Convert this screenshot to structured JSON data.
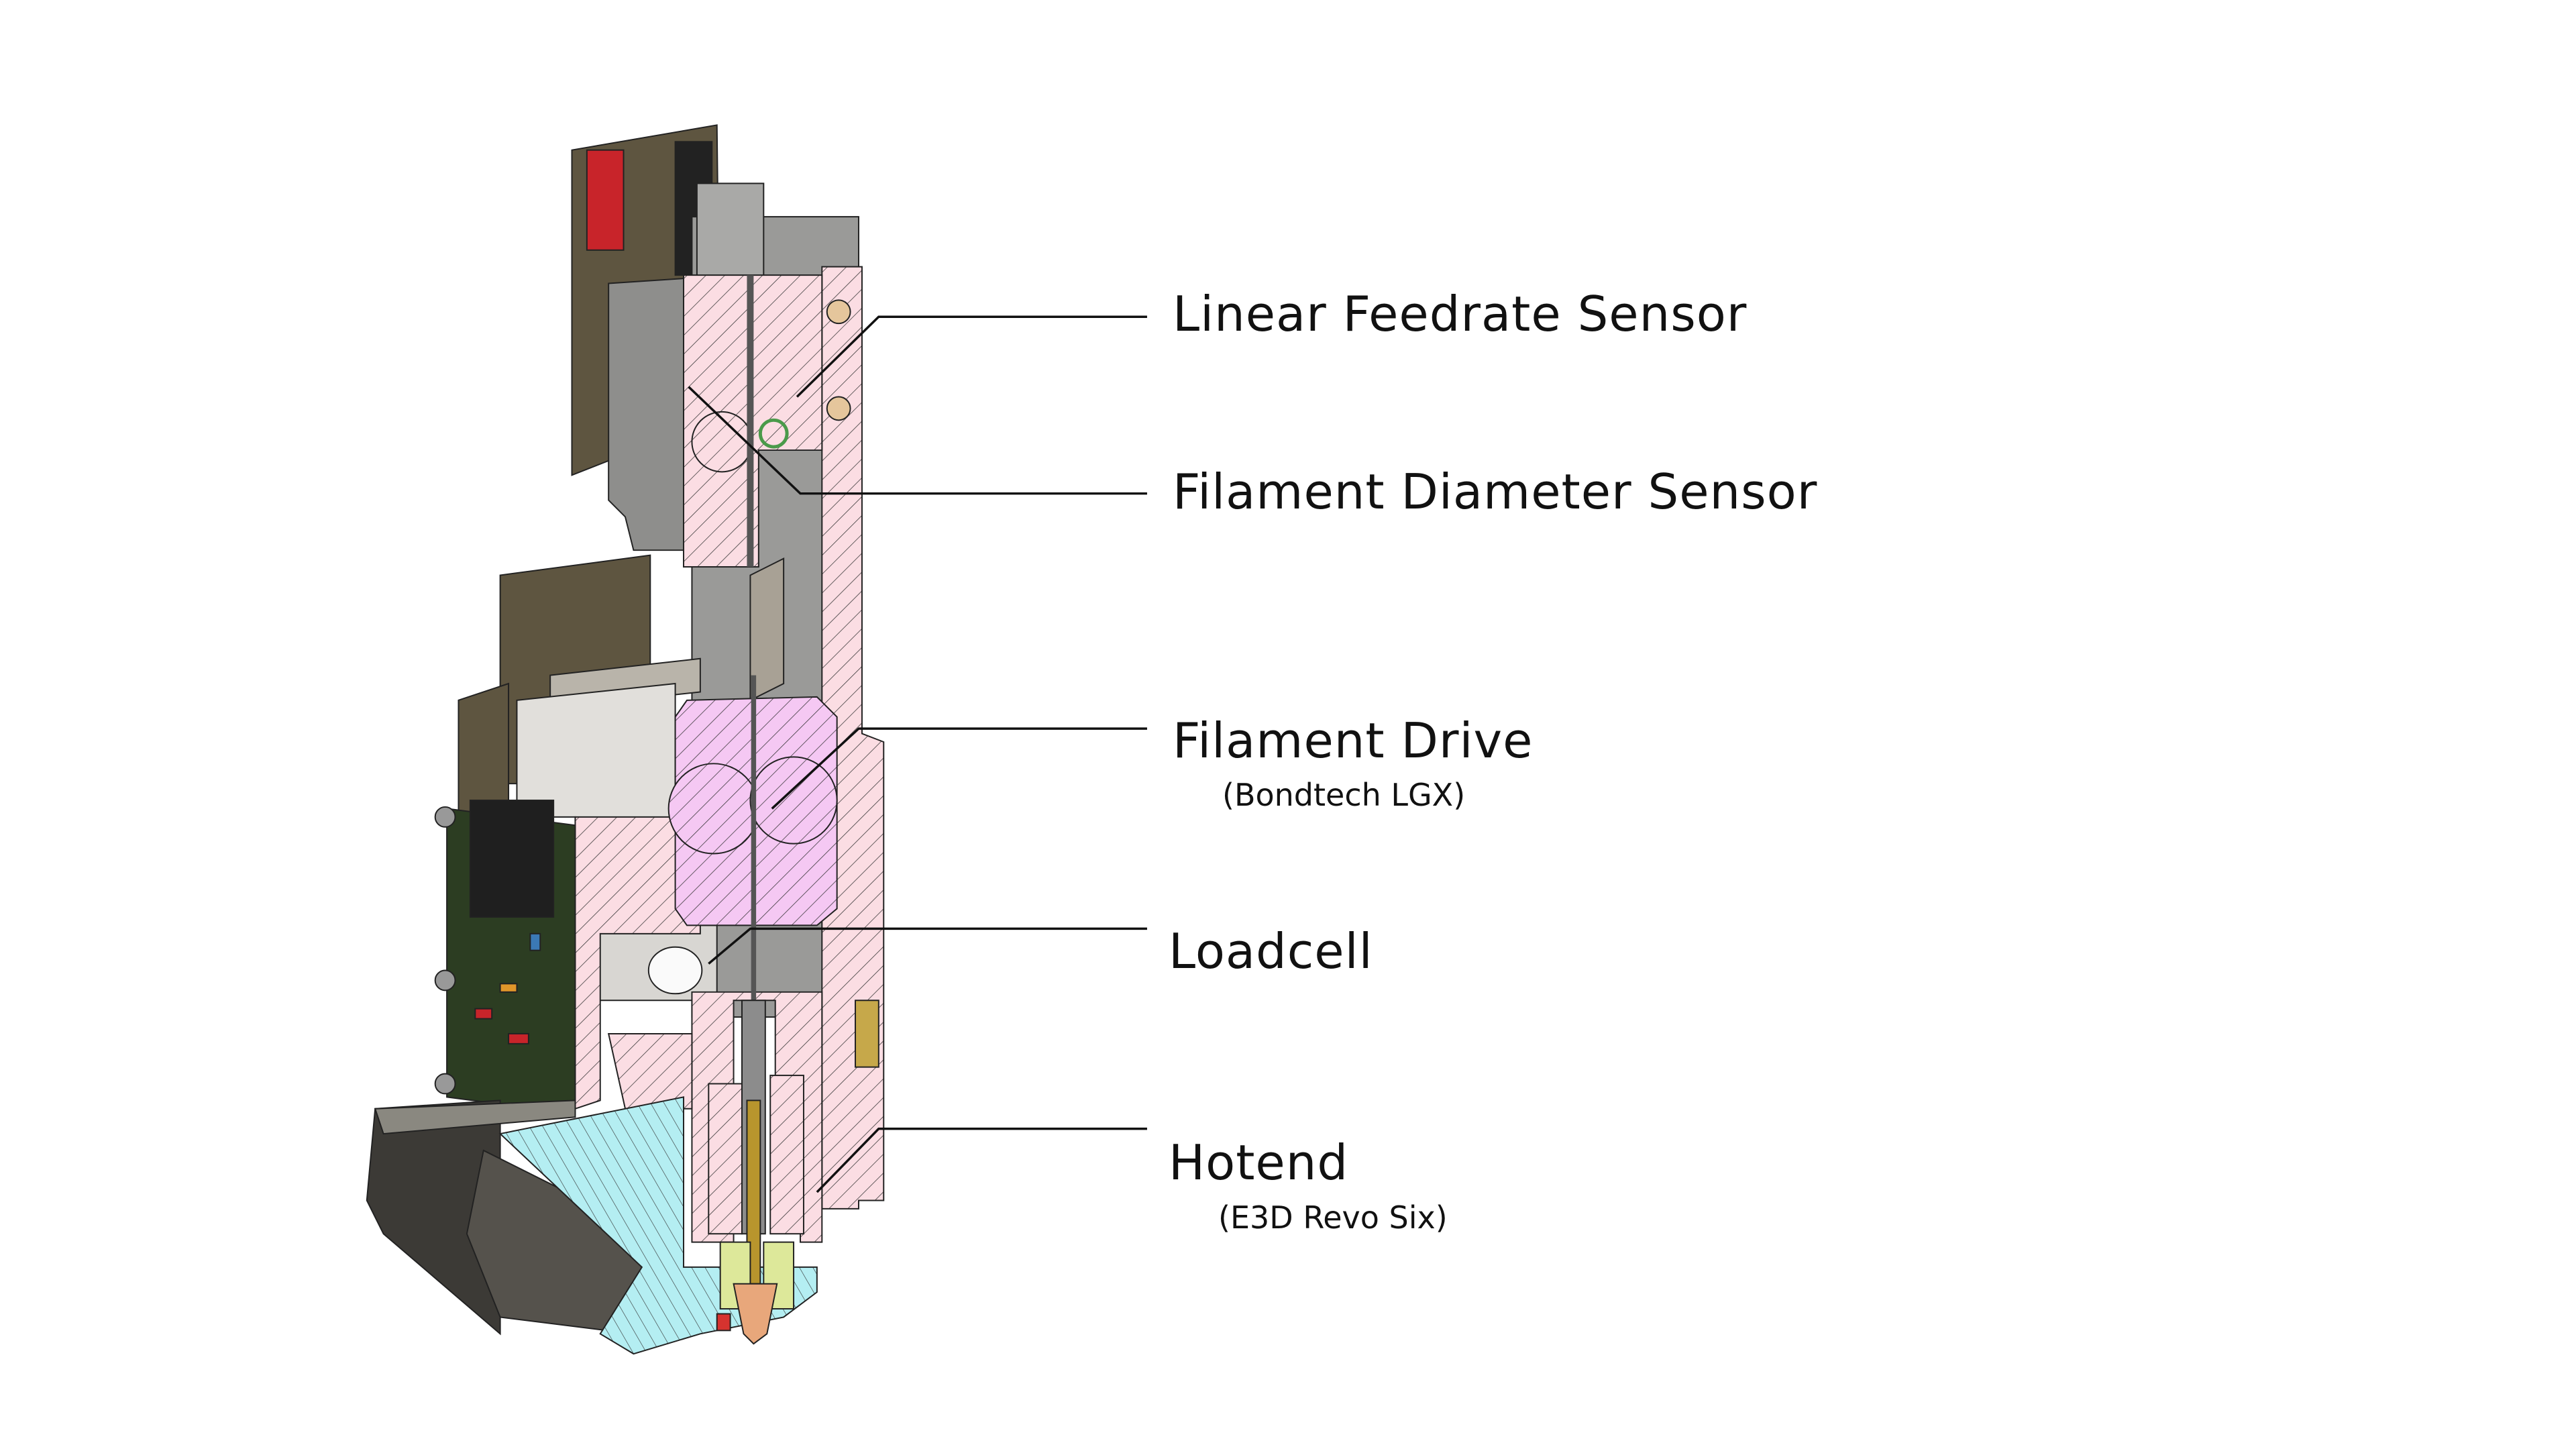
{
  "title": "Extruder cross-section diagram",
  "labels": [
    {
      "id": "linear-feedrate-sensor",
      "text": "Linear Feedrate Sensor"
    },
    {
      "id": "filament-diameter-sensor",
      "text": "Filament Diameter Sensor"
    },
    {
      "id": "filament-drive",
      "text": "Filament Drive",
      "subtitle": "(Bondtech LGX)"
    },
    {
      "id": "loadcell",
      "text": "Loadcell"
    },
    {
      "id": "hotend",
      "text": "Hotend",
      "subtitle": "(E3D Revo Six)"
    }
  ],
  "colors": {
    "section_pink": "#fbdde3",
    "drive_magenta": "#f5c8f3",
    "duct_cyan": "#b4eef2",
    "pcb_olive": "#5e5540",
    "pcb_green": "#2c3d22",
    "body_grey": "#9a9a98",
    "leader": "#111111"
  }
}
